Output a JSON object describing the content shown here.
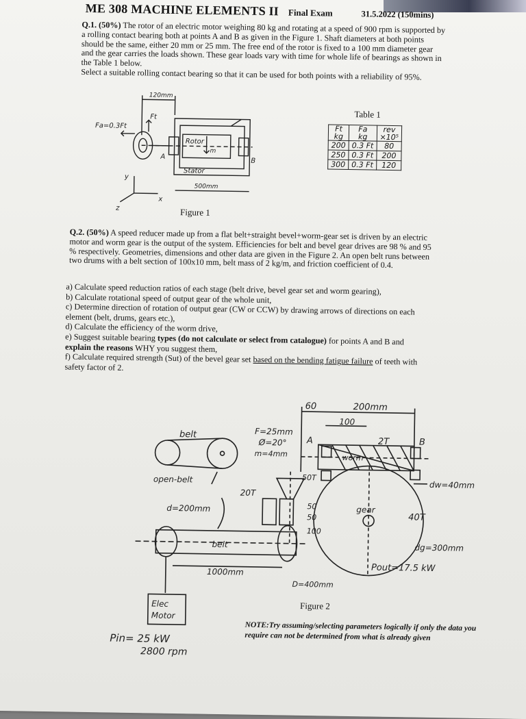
{
  "header": {
    "course": "ME 308 MACHINE ELEMENTS II",
    "exam": "Final Exam",
    "date": "31.5.2022 (150mins)"
  },
  "q1": {
    "label": "Q.1. (50%)",
    "line1": "The rotor of an electric motor weighing 80 kg and rotating at a speed of 900 rpm is supported by",
    "line2": "a rolling contact bearing both at points A and B as given in the Figure 1. Shaft diameters at both points",
    "line3": "should be the same, either 20 mm or 25 mm. The free end of the rotor is fixed to a 100 mm diameter gear",
    "line4": "and the gear carries the loads shown. These gear loads vary with time for whole life of bearings as shown in",
    "line5": "the Table 1 below.",
    "line6": "Select a suitable rolling contact bearing so that it can be used for both points with a reliability of 95%."
  },
  "figure1": {
    "caption": "Figure 1",
    "labels": {
      "dim_120": "120mm",
      "fa": "Fa=0.3Ft",
      "ft": "Ft",
      "rotor": "Rotor",
      "m": "m",
      "stator": "Stator",
      "a": "A",
      "b": "B",
      "dim_500": "500mm",
      "y": "y",
      "x": "x",
      "z": "z"
    }
  },
  "table1": {
    "title": "Table 1",
    "headers": [
      "Ft\nkg",
      "Fa\nkg",
      "rev\n×10⁵"
    ],
    "rows": [
      [
        "200",
        "0.3 Ft",
        "80"
      ],
      [
        "250",
        "0.3 Ft",
        "200"
      ],
      [
        "300",
        "0.3 Ft",
        "120"
      ]
    ]
  },
  "q2": {
    "label": "Q.2. (50%)",
    "line1": "A speed reducer made up from a flat belt+straight bevel+worm-gear set is driven by an electric",
    "line2": "motor and worm gear is the output of the system. Efficiencies for belt and bevel gear drives are 98 % and 95",
    "line3": "% respectively. Geometries, dimensions and other data are given in the Figure 2. An open belt runs between",
    "line4": "two drums with a belt section of 100x10 mm, belt mass of 2 kg/m, and friction coefficient of 0.4.",
    "a": "a) Calculate speed reduction ratios of each stage (belt drive, bevel gear set and worm gearing),",
    "b": "b) Calculate rotational speed of output gear of the whole unit,",
    "c1": "c) Determine direction of rotation of output gear (CW or CCW) by drawing arrows of directions on each",
    "c2": "element (belt, drums, gears etc.),",
    "d": "d) Calculate the efficiency of the worm drive,",
    "e1_pre": "e) Suggest suitable bearing",
    "e1_bold": "types (do not calculate or select from catalogue)",
    "e1_post": "for points A and B and",
    "e2_bold": "explain the reasons",
    "e2_post": "WHY you suggest them,",
    "f_pre": "f) Calculate required strength (Sut) of the bevel gear set",
    "f_u": "based on the bending fatigue failure",
    "f_post": "of teeth with",
    "f2": "safety factor of 2."
  },
  "figure2": {
    "caption": "Figure 2",
    "labels": {
      "d60": "60",
      "d200": "200mm",
      "d100": "100",
      "belt": "belt",
      "f": "F=25mm",
      "phi": "Ø=20°",
      "mod": "m=4mm",
      "a": "A",
      "t2": "2T",
      "b": "B",
      "worm": "worm",
      "t50": "50T",
      "openbelt": "open-belt",
      "t20": "20T",
      "dw": "dw=40mm",
      "d200b": "d=200mm",
      "s50a": "50",
      "s50b": "50",
      "s100": "100",
      "gear": "gear",
      "t40": "40T",
      "beltlbl": "belt",
      "dg": "dg=300mm",
      "d1000": "1000mm",
      "pout": "Pout=17.5 kW",
      "dD": "D=400mm",
      "elec1": "Elec",
      "elec2": "Motor",
      "pin": "Pin= 25 kW",
      "rpm": "2800 rpm"
    }
  },
  "note": {
    "text": "NOTE:Try assuming/selecting parameters logically if only the data you require can not be determined from what is already given"
  }
}
